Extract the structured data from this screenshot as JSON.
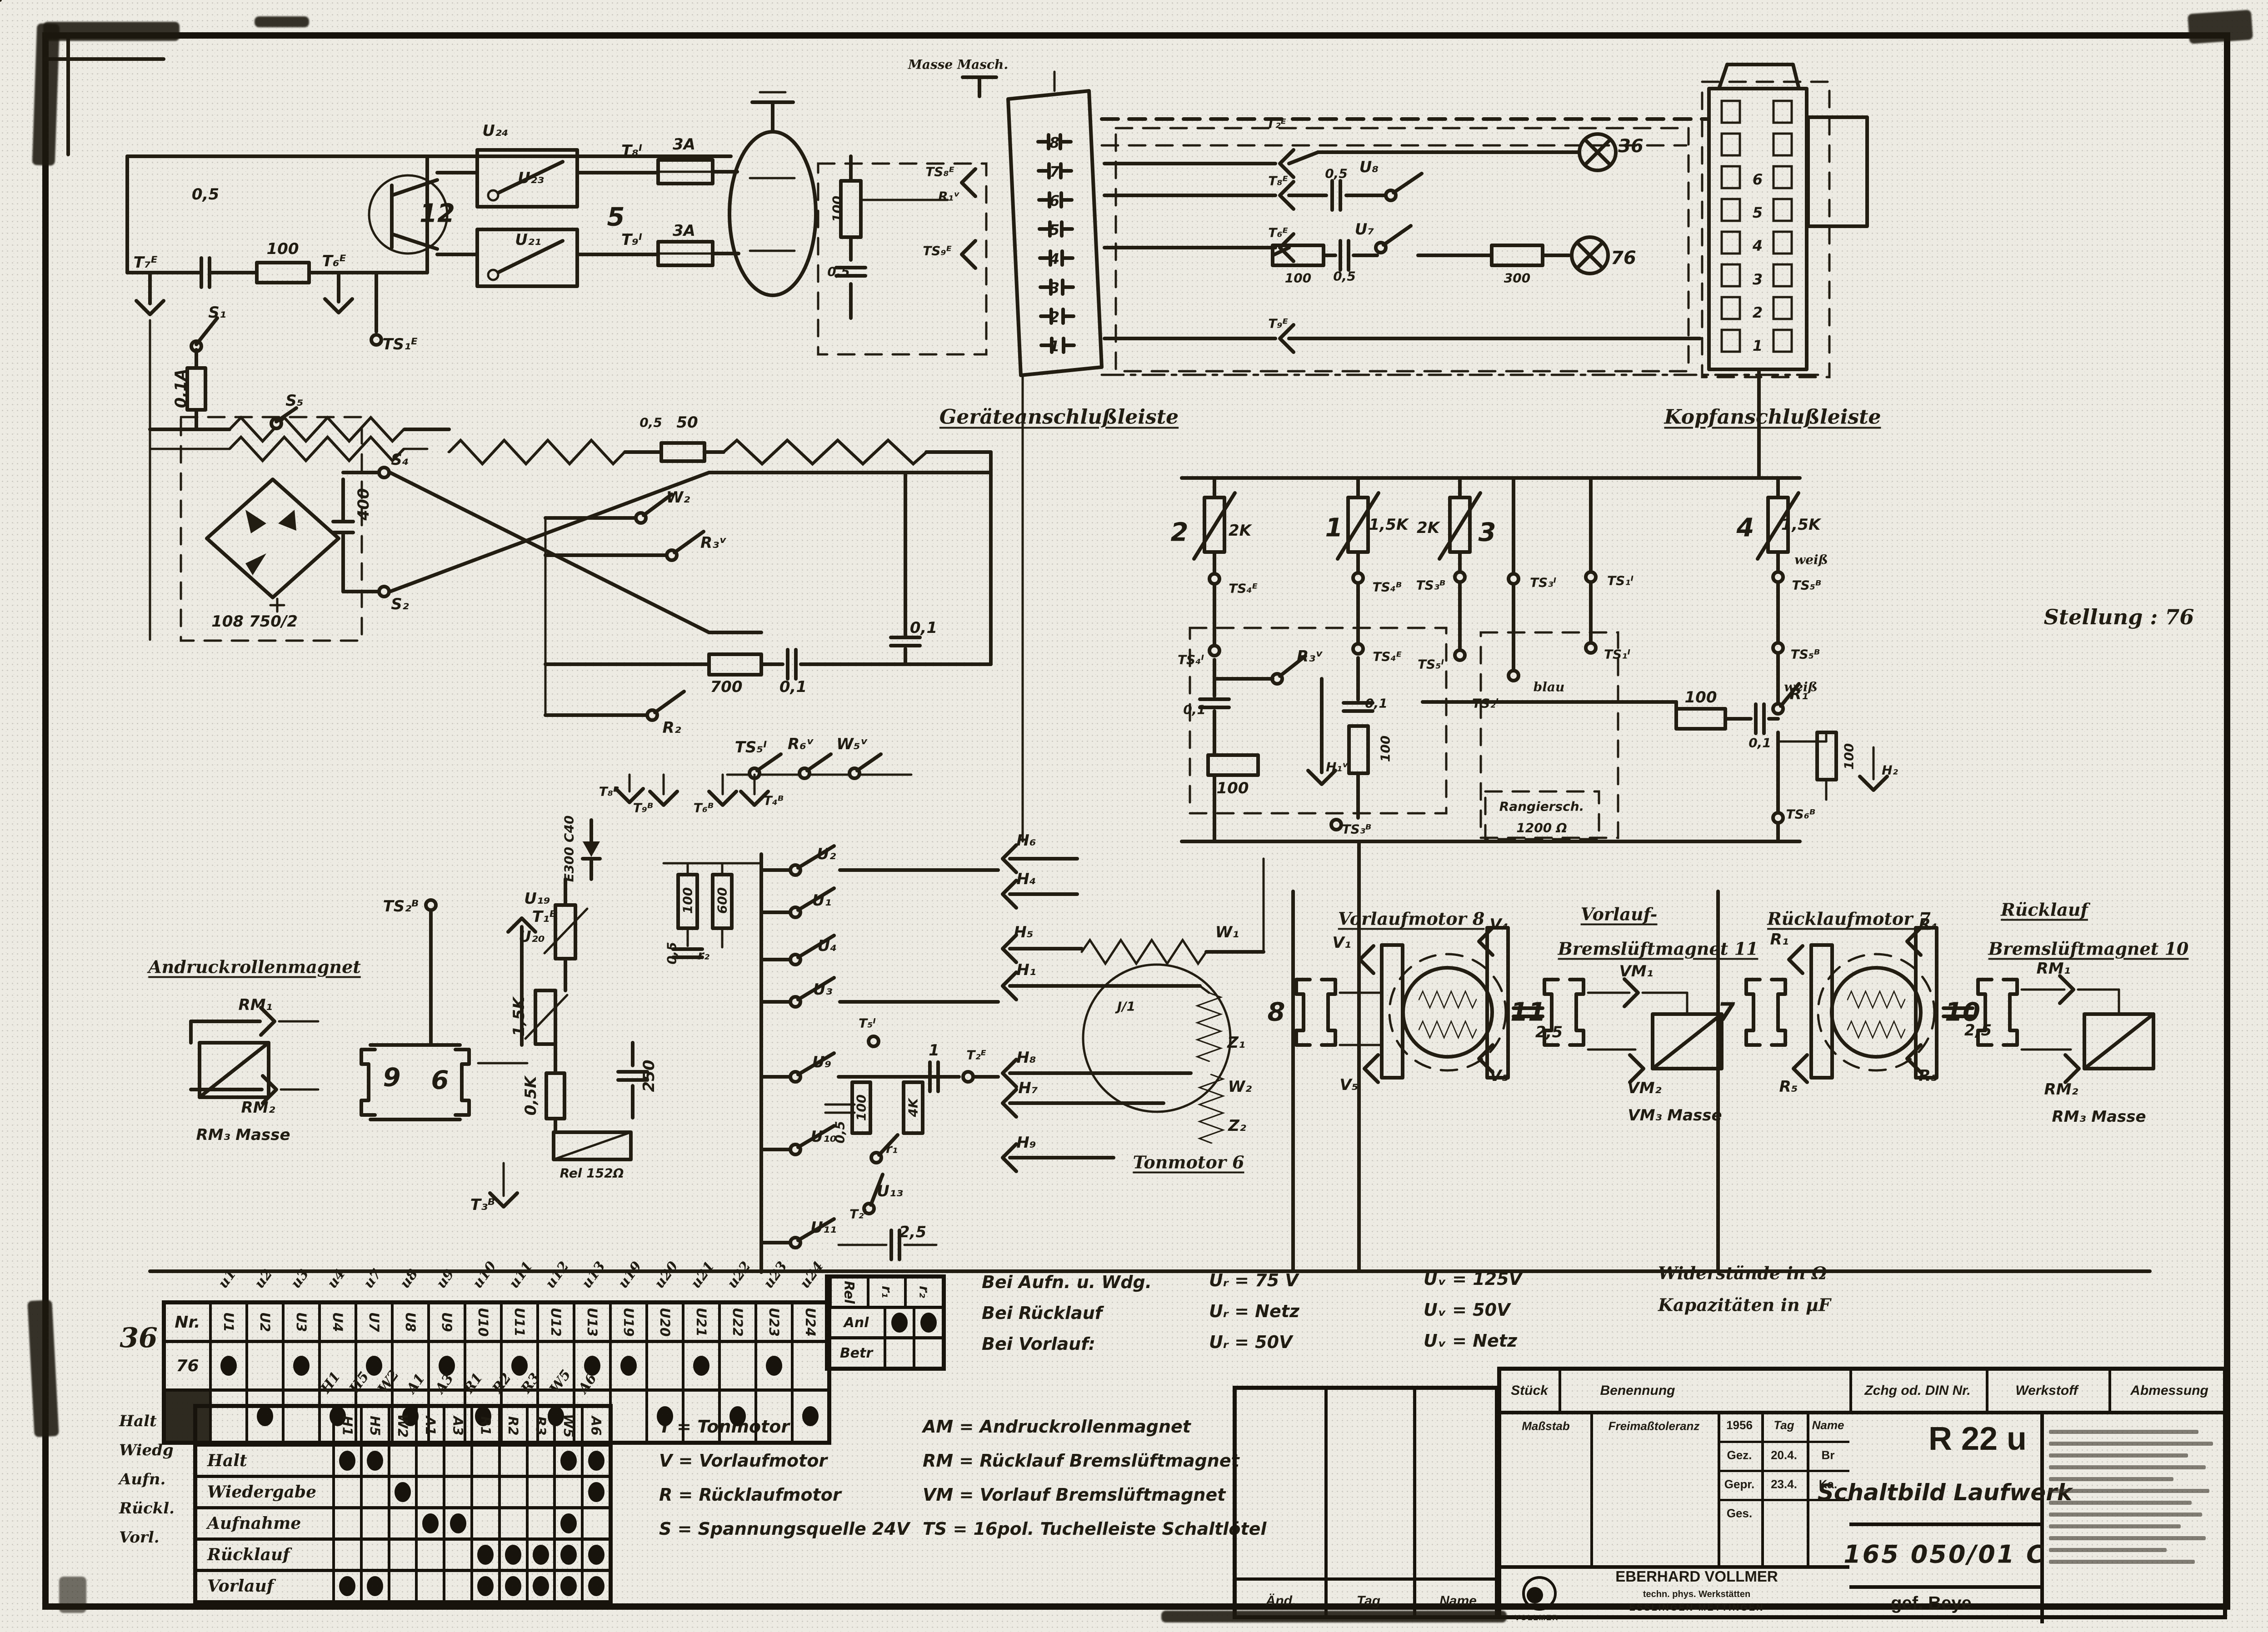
{
  "notes": {
    "resistances": "Widerstände in Ω",
    "capacitances": "Kapazitäten in µF",
    "stellung": "Stellung : 76",
    "corner_note": "36"
  },
  "connectors": {
    "geraet": {
      "title": "Geräteanschlußleiste",
      "pins": [
        "8",
        "7",
        "6",
        "5",
        "4",
        "3",
        "2",
        "1"
      ]
    },
    "kopf": {
      "title": "Kopfanschlußleiste",
      "pins": [
        "6",
        "5",
        "4",
        "3",
        "2",
        "1"
      ]
    }
  },
  "voltages": [
    {
      "mode": "Bei Aufn. u. Wdg.",
      "ur": "Uᵣ = 75 V",
      "uv": "Uᵥ = 125V"
    },
    {
      "mode": "Bei Rücklauf",
      "ur": "Uᵣ = Netz",
      "uv": "Uᵥ = 50V"
    },
    {
      "mode": "Bei Vorlauf:",
      "ur": "Uᵣ = 50V",
      "uv": "Uᵥ = Netz"
    }
  ],
  "legend_left": [
    "T  = Tonmotor",
    "V  = Vorlaufmotor",
    "R  = Rücklaufmotor",
    "S  = Spannungsquelle 24V"
  ],
  "legend_right": [
    "AM = Andruckrollenmagnet",
    "RM = Rücklauf Bremslüftmagnet",
    "VM = Vorlauf Bremslüftmagnet",
    "TS = 16pol. Tuchelleiste Schaltlötel"
  ],
  "rel_table": {
    "headers": [
      "Rel",
      "r₁",
      "r₂"
    ],
    "rows": [
      {
        "label": "Anl",
        "dots": [
          1,
          1
        ]
      },
      {
        "label": "Betr",
        "dots": [
          0,
          0
        ]
      }
    ]
  },
  "contact_table": {
    "corner": "Nr.",
    "scrawl": [
      "u1",
      "u2",
      "u3",
      "u4",
      "u7",
      "u8",
      "u9",
      "u10",
      "u11",
      "u12",
      "u13",
      "u19",
      "u20",
      "u21",
      "u22",
      "u23",
      "u24"
    ],
    "columns": [
      "U1",
      "U2",
      "U3",
      "U4",
      "U7",
      "U8",
      "U9",
      "U10",
      "U11",
      "U12",
      "U13",
      "U19",
      "U20",
      "U21",
      "U22",
      "U23",
      "U24"
    ],
    "rows": [
      {
        "label": "76",
        "dots": [
          1,
          0,
          1,
          0,
          1,
          0,
          1,
          0,
          1,
          0,
          1,
          1,
          0,
          1,
          0,
          1,
          0
        ]
      },
      {
        "label": "",
        "dots": [
          0,
          1,
          0,
          1,
          0,
          1,
          0,
          1,
          0,
          1,
          0,
          0,
          1,
          0,
          1,
          0,
          1
        ]
      }
    ]
  },
  "mode_table": {
    "scrawl": [
      "H1",
      "H5",
      "W2",
      "A1",
      "A3",
      "R1",
      "R2",
      "R3",
      "W5",
      "A6"
    ],
    "columns": [
      "H1",
      "H5",
      "W2",
      "A1",
      "A3",
      "R1",
      "R2",
      "R3",
      "W5",
      "A6"
    ],
    "rows": [
      {
        "label": "Halt",
        "dots": [
          1,
          1,
          0,
          0,
          0,
          0,
          0,
          0,
          1,
          1
        ]
      },
      {
        "label": "Wiedergabe",
        "dots": [
          0,
          0,
          1,
          0,
          0,
          0,
          0,
          0,
          0,
          1
        ]
      },
      {
        "label": "Aufnahme",
        "dots": [
          0,
          0,
          0,
          1,
          1,
          0,
          0,
          0,
          1,
          0
        ]
      },
      {
        "label": "Rücklauf",
        "dots": [
          0,
          0,
          0,
          0,
          0,
          1,
          1,
          1,
          1,
          1
        ]
      },
      {
        "label": "Vorlauf",
        "dots": [
          1,
          1,
          0,
          0,
          0,
          1,
          1,
          1,
          1,
          1
        ]
      }
    ],
    "margin_notes": [
      "Halt",
      "Wiedg",
      "Aufn.",
      "Rückl.",
      "Vorl."
    ]
  },
  "title_block": {
    "col_headers": [
      "Stück",
      "Benennung",
      "Zchg od. DIN Nr.",
      "Werkstoff",
      "Abmessung"
    ],
    "massstab": "Maßstab",
    "freimass": "Freimaßtoleranz",
    "year": "1956",
    "tag": "Tag",
    "name": "Name",
    "sign_rows": [
      {
        "label": "Gez.",
        "tag": "20.4.",
        "name": "Br"
      },
      {
        "label": "Gepr.",
        "tag": "23.4.",
        "name": "Ka."
      },
      {
        "label": "Ges.",
        "tag": "",
        "name": ""
      }
    ],
    "company": "EBERHARD VOLLMER",
    "company_line2": "techn. phys. Werkstätten",
    "company_line3": "ESSLINGEN-METTINGEN",
    "logo_text": "VOLLMER",
    "model": "R 22 u",
    "doc_title": "Schaltbild  Laufwerk",
    "number": "165 050/01 C",
    "approved": "gef. Beye",
    "rev_headers": [
      "Änd.",
      "Tag",
      "Name"
    ]
  },
  "sch": [
    "0,5",
    "100",
    "12",
    "U₂₄",
    "U₂₃",
    "U₂₁",
    "T₈ᴵ",
    "3A",
    "5",
    "T₉ᴵ",
    "3A",
    "T₇ᴱ",
    "T₆ᴱ",
    "TS₁ᴱ",
    "S₁",
    "0,1A",
    "S₅",
    "S₄",
    "S₂",
    "400",
    "108 750/2",
    "0,5",
    "50",
    "W₂",
    "R₃ᵛ",
    "700",
    "0,1",
    "0,1",
    "R₂",
    "TS₅ᴵ",
    "R₆ᵛ",
    "W₅ᵛ",
    "T₈ᴮ",
    "T₉ᴮ",
    "T₆ᴮ",
    "T₄ᴮ",
    "E300 C40",
    "U₁₉",
    "U₂₀",
    "100",
    "600",
    "0,5",
    "r₂",
    "1,5K",
    "250",
    "0,5K",
    "Rel 152Ω",
    "T₃ᴮ",
    "TS₂ᴮ",
    "T₁ᴮ",
    "Andruckrollenmagnet",
    "RM₁",
    "RM₂",
    "RM₃ Masse",
    "9",
    "6",
    "U₂",
    "U₁",
    "U₄",
    "U₃",
    "U₉",
    "0,5",
    "100",
    "4K",
    "r₁",
    "1",
    "T₅ᴵ",
    "T₂ᴱ",
    "U₁₀",
    "U₁₃",
    "T₂ᴵ",
    "2,5",
    "U₁₁",
    "H₆",
    "H₄",
    "H₅",
    "H₁",
    "H₈",
    "H₇",
    "H₉",
    "W₁",
    "J/1",
    "Z₁",
    "W₂",
    "Z₂",
    "Tonmotor 6",
    "2",
    "2K",
    "1",
    "1,5K",
    "2K",
    "3",
    "4",
    "1,5K",
    "weiß",
    "TS₄ᴱ",
    "TS₄ᴮ",
    "TS₃ᴮ",
    "TS₃ᴵ",
    "TS₁ᴵ",
    "TS₅ᴮ",
    "TS₄ᴵ",
    "TS₄ᴱ",
    "TS₅ᴵ",
    "TS₂ᴵ",
    "TS₁ᴵ",
    "TS₅ᴮ",
    "blau",
    "weiß",
    "R₃ᵛ",
    "0,1",
    "100",
    "H₁ᵛ",
    "0,1",
    "100",
    "100",
    "R₁",
    "0,1",
    "100",
    "H₂",
    "TS₃ᴮ",
    "TS₆ᴮ",
    "Rangiersch.",
    "1200 Ω",
    "Vorlaufmotor 8",
    "V₁",
    "V₄",
    "V₅",
    "V₃",
    "2,5",
    "8",
    "11",
    "Vorlauf-",
    "Bremslüftmagnet 11",
    "VM₁",
    "VM₂",
    "VM₃ Masse",
    "Rücklaufmotor 7",
    "R₁",
    "R₄",
    "R₅",
    "R₃",
    "2,5",
    "7",
    "10",
    "Rücklauf",
    "Bremslüftmagnet 10",
    "RM₁",
    "RM₂",
    "RM₃ Masse",
    "Masse Masch.",
    "T₂ᴱ",
    "T₈ᴱ",
    "T₆ᴱ",
    "T₉ᴱ",
    "0,5",
    "U₈",
    "U₇",
    "100",
    "0,5",
    "300",
    "36",
    "76",
    "TS₈ᴱ",
    "R₁ᵛ",
    "0,5",
    "TS₉ᴱ",
    "100"
  ]
}
